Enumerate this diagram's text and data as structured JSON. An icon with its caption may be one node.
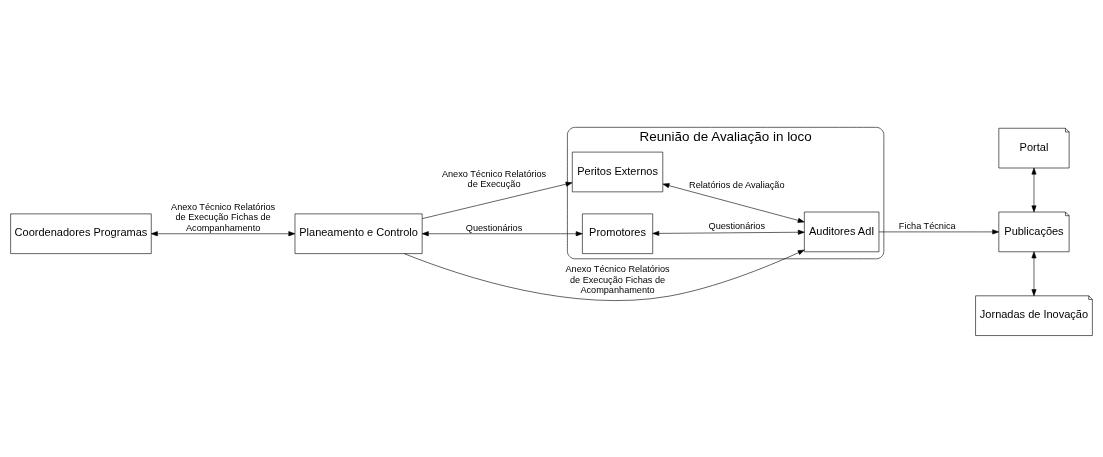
{
  "diagram": {
    "nodes": [
      {
        "text": [
          "Coordenadores Programas"
        ]
      },
      {
        "text": [
          "Planeamento e Controlo"
        ]
      },
      {
        "text": [
          "Reunião de Avaliação in loco"
        ]
      },
      {
        "text": [
          "Peritos Externos"
        ],
        "in": 2
      },
      {
        "text": [
          "Auditores AdI"
        ],
        "in": 2
      },
      {
        "text": [
          "Promotores"
        ],
        "in": 2
      },
      {
        "text": [
          "Portal"
        ]
      },
      {
        "text": [
          "Publicações"
        ]
      },
      {
        "text": [
          "Jornadas de Inovação"
        ]
      }
    ],
    "edges": [
      {
        "from": 0,
        "to": 1,
        "arrow": "both",
        "label": "Anexo Técnico Relatórios de Execução Fichas de Acompanhamento"
      },
      {
        "from": 1,
        "to": 3,
        "arrow": "to",
        "label": "Anexo Técnico Relatórios de Execução"
      },
      {
        "from": 1,
        "to": 4,
        "arrow": "to",
        "label": "Anexo Técnico Relatórios de Execução Fichas de Acompanhamento"
      },
      {
        "from": 1,
        "to": 5,
        "arrow": "both",
        "label": "Questionários"
      },
      {
        "from": 3,
        "to": 4,
        "arrow": "both",
        "label": "Relatórios de Avaliação"
      },
      {
        "from": 5,
        "to": 4,
        "arrow": "both",
        "label": "Questionários"
      },
      {
        "from": 4,
        "to": 7,
        "arrow": "to",
        "label": "Ficha Técnica"
      },
      {
        "from": 6,
        "to": 7,
        "arrow": "both"
      },
      {
        "from": 7,
        "to": 8,
        "arrow": "both"
      }
    ]
  }
}
